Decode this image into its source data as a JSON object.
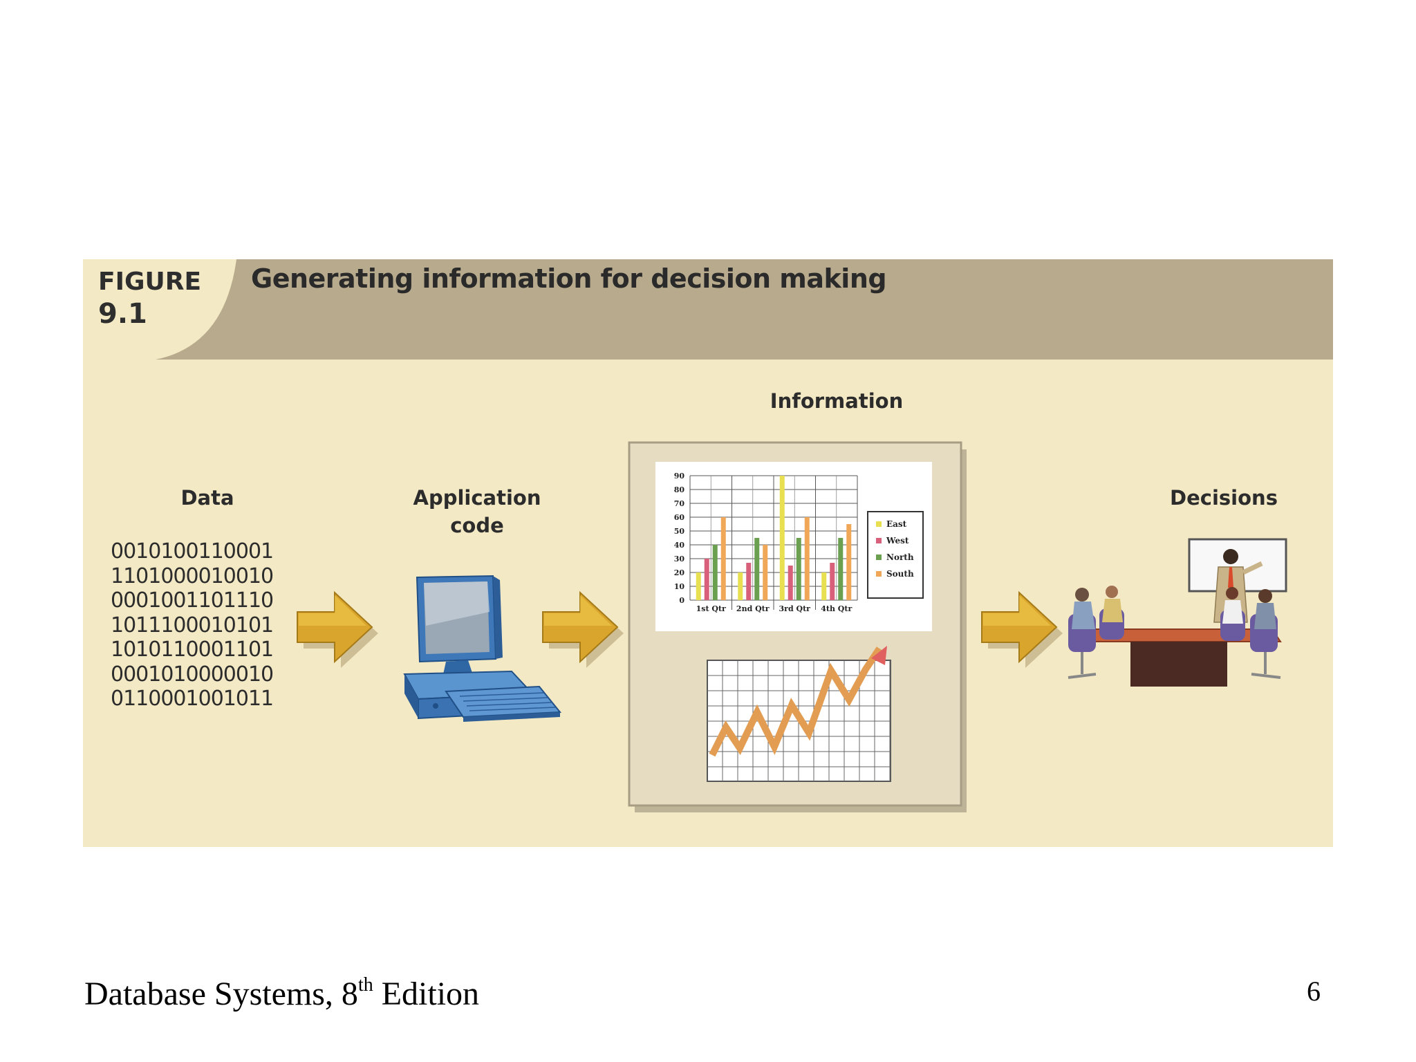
{
  "figure": {
    "label_word": "FIGURE",
    "label_number": "9.1",
    "title": "Generating information for decision making"
  },
  "stages": {
    "data": {
      "label": "Data",
      "binary_lines": [
        "0010100110001",
        "1101000010010",
        "0001001101110",
        "1011100010101",
        "1010110001101",
        "0001010000010",
        "0110001001011"
      ]
    },
    "application": {
      "label_line1": "Application",
      "label_line2": "code"
    },
    "information": {
      "label": "Information"
    },
    "decisions": {
      "label": "Decisions"
    }
  },
  "chart_data": {
    "type": "bar",
    "categories": [
      "1st Qtr",
      "2nd Qtr",
      "3rd Qtr",
      "4th Qtr"
    ],
    "y_ticks": [
      "90",
      "80",
      "70",
      "60",
      "50",
      "40",
      "30",
      "20",
      "10",
      "0"
    ],
    "ylim": [
      0,
      90
    ],
    "legend_position": "right",
    "grid": true,
    "series": [
      {
        "name": "East",
        "color": "#e8e050",
        "values": [
          20,
          20,
          90,
          20
        ]
      },
      {
        "name": "West",
        "color": "#d8607a",
        "values": [
          30,
          27,
          25,
          27
        ]
      },
      {
        "name": "North",
        "color": "#6aa050",
        "values": [
          40,
          45,
          45,
          45
        ]
      },
      {
        "name": "South",
        "color": "#f0a858",
        "values": [
          60,
          40,
          60,
          55
        ]
      }
    ]
  },
  "colors": {
    "figure_background": "#f3e9c4",
    "header_band": "#b8aa8c",
    "arrow": "#d9a52c"
  },
  "footer": {
    "title_main": "Database Systems, 8",
    "title_superscript": "th",
    "title_tail": " Edition",
    "page_number": "6"
  }
}
